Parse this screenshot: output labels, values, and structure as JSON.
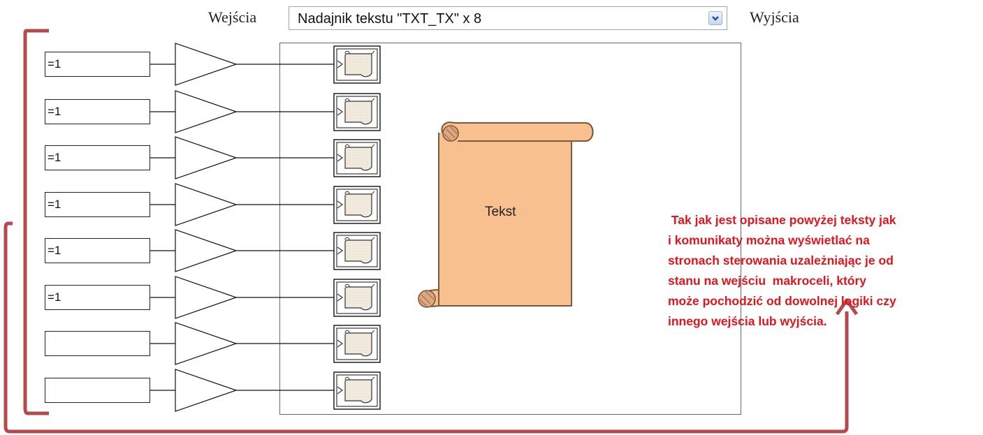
{
  "header": {
    "inputs_label": "Wejścia",
    "outputs_label": "Wyjścia",
    "macro_select": {
      "selected": "Nadajnik tekstu \"TXT_TX\" x 8"
    }
  },
  "inputs": [
    {
      "value": "=1"
    },
    {
      "value": "=1"
    },
    {
      "value": "=1"
    },
    {
      "value": "=1"
    },
    {
      "value": "=1"
    },
    {
      "value": "=1"
    },
    {
      "value": ""
    },
    {
      "value": ""
    }
  ],
  "scroll": {
    "label": "Tekst"
  },
  "annotation": {
    "lines": [
      " Tak jak jest opisane powyżej teksty jak",
      "i komunikaty można wyświetlać na",
      "stronach sterowania uzależniając je od",
      "stanu na wejściu  makroceli, który",
      "może pochodzić od dowolnej logiki czy",
      "innego wejścia lub wyjścia."
    ]
  },
  "colors": {
    "annotation_red": "#e3151c",
    "bracket": "#b5494b",
    "scroll_fill": "#f7c08e",
    "field_border": "#1a1a5c"
  },
  "icons": {
    "dropdown": "chevron-down-icon",
    "buffer": "buffer-gate-icon",
    "text_output": "scroll-icon"
  }
}
